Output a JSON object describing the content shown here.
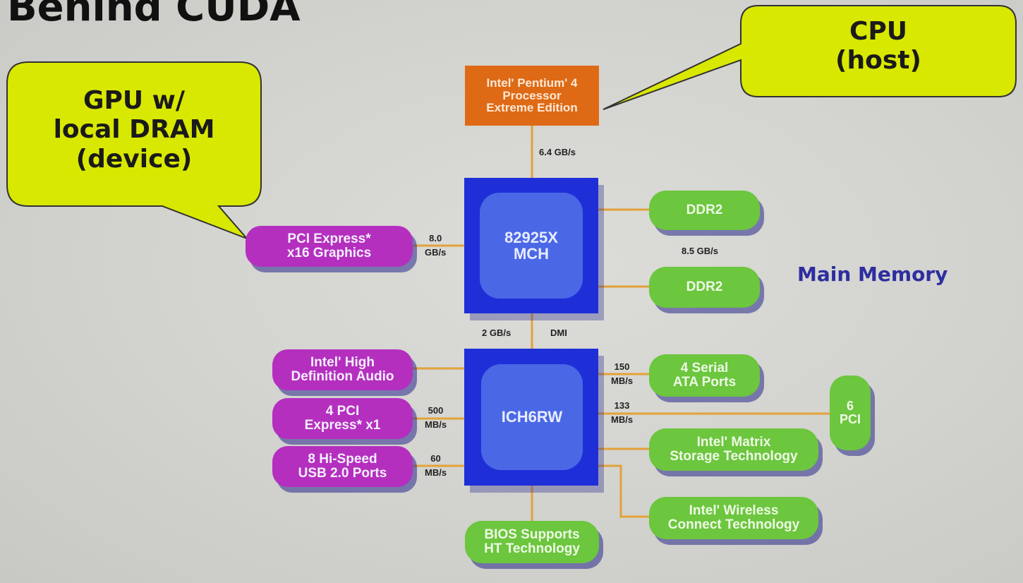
{
  "title": "Behind CUDA",
  "callouts": {
    "gpu": "GPU w/\nlocal DRAM\n(device)",
    "cpu": "CPU\n(host)"
  },
  "components": {
    "cpu": "Intel' Pentium' 4\nProcessor\nExtreme Edition",
    "mch": "82925X\nMCH",
    "ich": "ICH6RW",
    "pcie_graphics": "PCI Express*\nx16 Graphics",
    "ddr2_top": "DDR2",
    "ddr2_bottom": "DDR2",
    "hd_audio": "Intel' High\nDefinition Audio",
    "pcie_x1": "4 PCI\nExpress* x1",
    "usb": "8 Hi-Speed\nUSB 2.0 Ports",
    "sata": "4 Serial\nATA Ports",
    "pci": "6\nPCI",
    "matrix": "Intel' Matrix\nStorage Technology",
    "wireless": "Intel' Wireless\nConnect Technology",
    "bios": "BIOS Supports\nHT Technology"
  },
  "bandwidths": {
    "cpu_mch": "6.4 GB/s",
    "pcie_mch": "8.0\nGB/s",
    "ddr2": "8.5 GB/s",
    "mch_ich": "2 GB/s",
    "dmi": "DMI",
    "sata": "150\nMB/s",
    "pci": "133\nMB/s",
    "pcie_x1": "500\nMB/s",
    "usb": "60\nMB/s"
  },
  "labels": {
    "main_memory": "Main Memory"
  },
  "colors": {
    "purple": "#b52fbf",
    "green": "#6cc63e",
    "orange": "#de6a15",
    "chip": "#1f2fd8",
    "chip_inner": "#4a68e6",
    "callout": "#d9e800",
    "wire": "#e2a23a"
  }
}
